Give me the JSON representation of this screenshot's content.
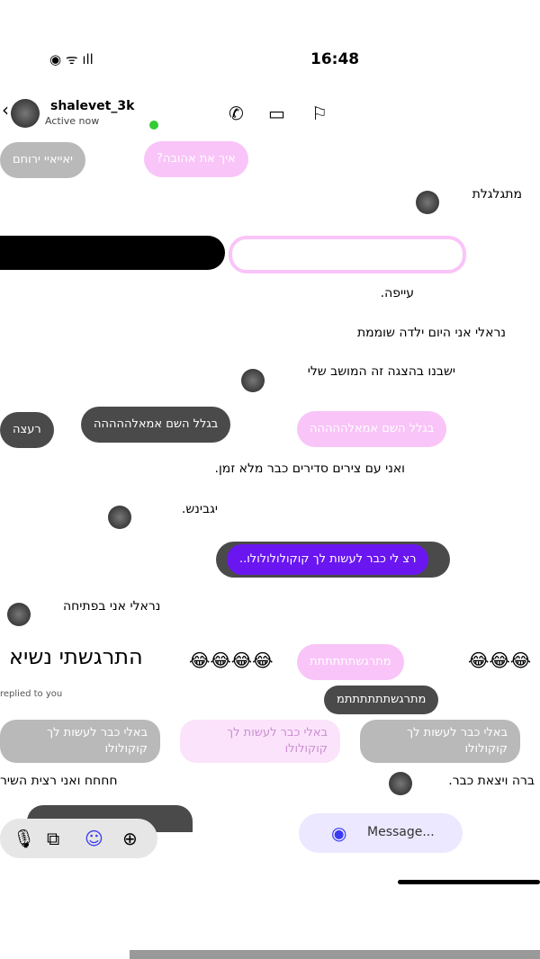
{
  "status_bar": {
    "time": "16:48"
  },
  "header": {
    "username": "shalevet_3k",
    "status": "Active now",
    "back_icon": "chevron-left-icon",
    "call_icon": "phone-icon",
    "video_icon": "video-icon",
    "flag_icon": "flag-icon"
  },
  "messages": [
    {
      "text": "איך את אהובה?",
      "side": "sent"
    },
    {
      "text": "יאייאיי ירוחם",
      "side": "sent-echo"
    },
    {
      "text": "מתגלגלת",
      "side": "received"
    },
    {
      "text": "עייפה.",
      "side": "received"
    },
    {
      "text": "נראלי אני היום ילדה שוממת",
      "side": "received"
    },
    {
      "text": "ישבנו בהצגה זה המושב שלי",
      "side": "received"
    },
    {
      "text": "בגלל השם אמאלההההה",
      "side": "sent"
    },
    {
      "text": "רעצה",
      "side": "sent-echo"
    },
    {
      "text": "ואני עם צירים סדירים כבר מלא זמן.",
      "side": "received"
    },
    {
      "text": "יגבינש.",
      "side": "received"
    },
    {
      "text": "רצ לי כבר לעשות לך קוקולולולולו..",
      "side": "sent"
    },
    {
      "text": "נראלי אני בפתיחה",
      "side": "received"
    },
    {
      "text": "התרגשתי נשיא",
      "side": "received"
    },
    {
      "text": "😂😂😂😂",
      "side": "received"
    },
    {
      "text": "מתרגשתתתתתת",
      "side": "sent"
    },
    {
      "text": "מתרגשתתתתתתמ",
      "side": "sent-echo"
    },
    {
      "text": "replied to you",
      "side": "meta"
    },
    {
      "text": "באלי כבר לעשות לך קוקולולו",
      "side": "sent-echo"
    },
    {
      "text": "חחחח ואני רצית השיר",
      "side": "received"
    },
    {
      "text": "ברה ויצאת כבר.",
      "side": "received"
    }
  ],
  "composer": {
    "placeholder": "Message...",
    "camera_icon": "camera-icon",
    "mic_icon": "mic-icon",
    "gallery_icon": "gallery-icon",
    "sticker_icon": "sticker-icon",
    "plus_icon": "plus-icon"
  },
  "colors": {
    "sent": "#f9c4f8",
    "accent": "#6a16f0",
    "received_dark": "#4a4a4a"
  }
}
